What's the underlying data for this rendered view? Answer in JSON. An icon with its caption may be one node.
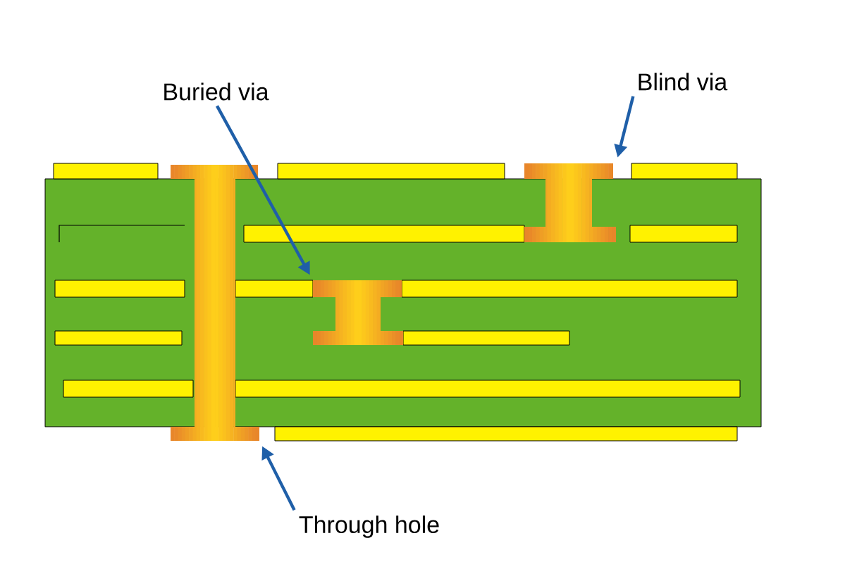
{
  "diagram": {
    "nodes": [
      {
        "text": [
          "Buried via"
        ]
      },
      {
        "text": [
          "Blind via"
        ]
      },
      {
        "text": [
          "Through hole"
        ]
      },
      {
        "text": [],
        "shape": "picture"
      },
      {
        "text": [],
        "shape": "picture"
      },
      {
        "text": [],
        "shape": "picture"
      }
    ],
    "edges": [
      {
        "from": 0,
        "to": 3,
        "arrow": "to"
      },
      {
        "from": 1,
        "to": 4,
        "arrow": "to"
      },
      {
        "from": 2,
        "to": 5,
        "arrow": "to"
      }
    ]
  }
}
